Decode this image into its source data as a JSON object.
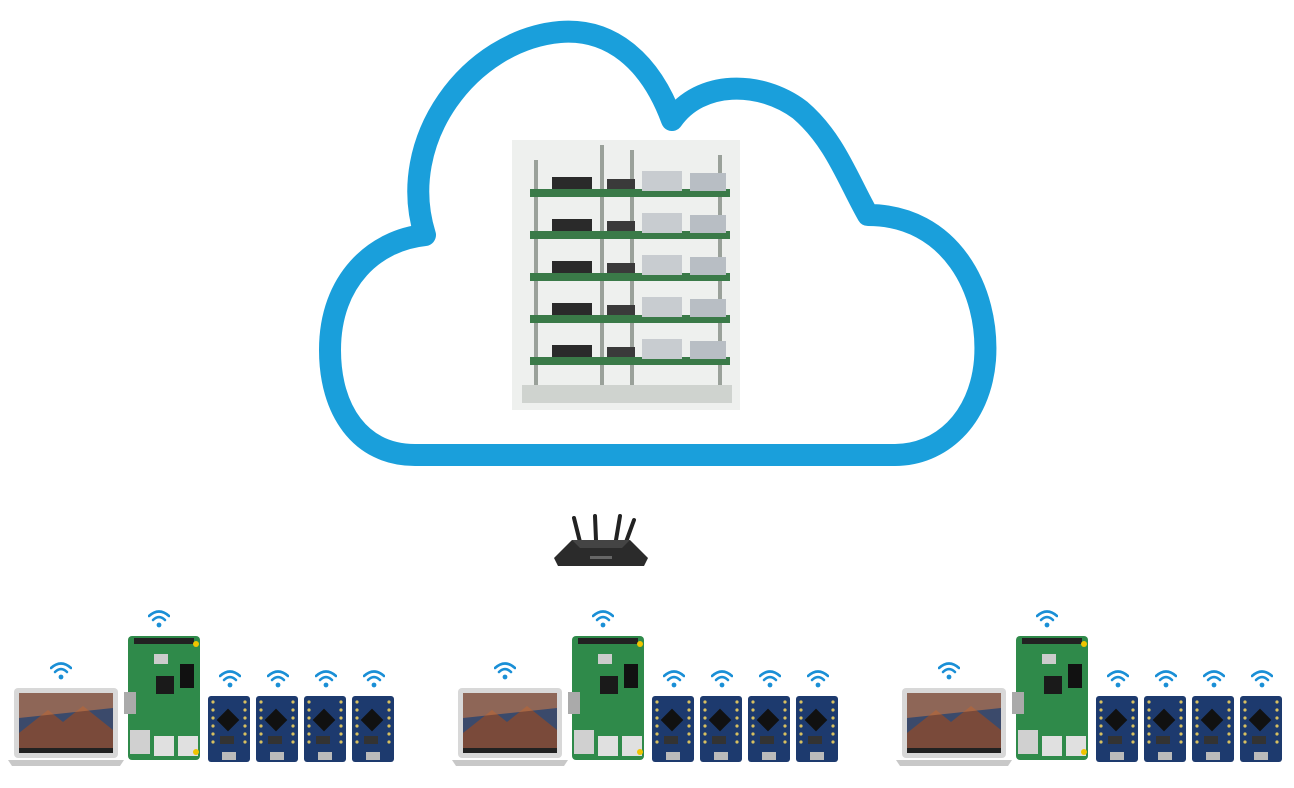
{
  "diagram": {
    "cloud": {
      "stroke_color": "#1a9fdb",
      "content": "raspberry-pi-cluster-stack"
    },
    "router": {
      "color": "#2b2b2b"
    },
    "groups": [
      {
        "laptop": "laptop",
        "pi": "raspberry-pi-board",
        "nodes": [
          "esp8266-board",
          "esp8266-board",
          "esp8266-board",
          "esp8266-board"
        ]
      },
      {
        "laptop": "laptop",
        "pi": "raspberry-pi-board",
        "nodes": [
          "esp8266-board",
          "esp8266-board",
          "esp8266-board",
          "esp8266-board"
        ]
      },
      {
        "laptop": "laptop",
        "pi": "raspberry-pi-board",
        "nodes": [
          "esp8266-board",
          "esp8266-board",
          "esp8266-board",
          "esp8266-board"
        ]
      }
    ],
    "wifi_color": "#1a8fd6",
    "pi_board_color": "#2f8a4a",
    "esp_board_color": "#1d3a6e"
  }
}
